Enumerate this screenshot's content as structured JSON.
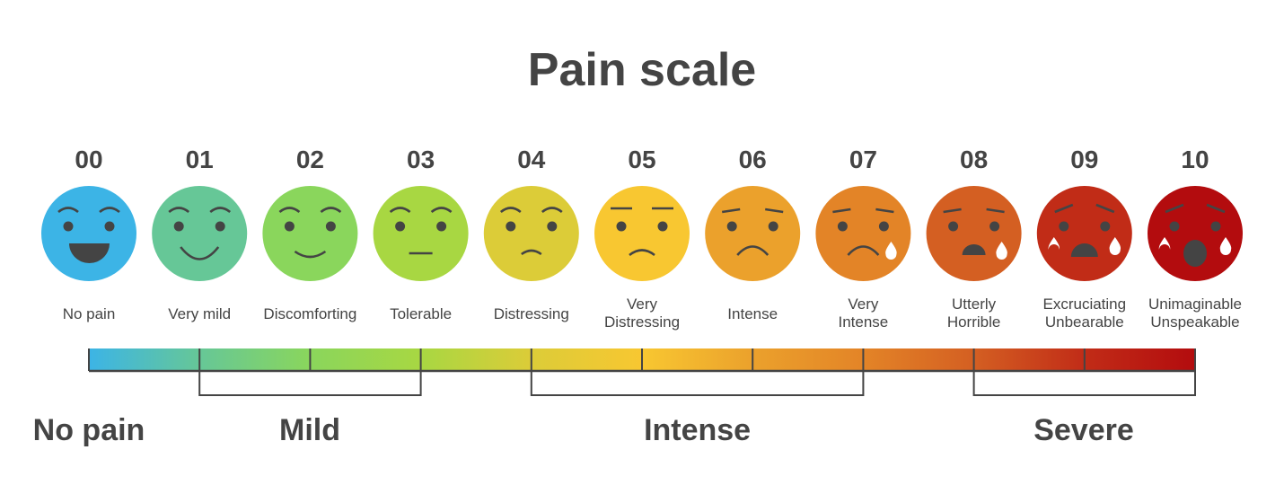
{
  "title": "Pain scale",
  "levels": [
    {
      "number": "00",
      "label": [
        "No pain"
      ],
      "color": "#3cb4e6",
      "icon": "grinning-face"
    },
    {
      "number": "01",
      "label": [
        "Very mild"
      ],
      "color": "#66c797",
      "icon": "smiling-face"
    },
    {
      "number": "02",
      "label": [
        "Discomforting"
      ],
      "color": "#8ad65c",
      "icon": "slight-smile-face"
    },
    {
      "number": "03",
      "label": [
        "Tolerable"
      ],
      "color": "#a8d742",
      "icon": "neutral-face"
    },
    {
      "number": "04",
      "label": [
        "Distressing"
      ],
      "color": "#dccc38",
      "icon": "slight-frown-face"
    },
    {
      "number": "05",
      "label": [
        "Very",
        "Distressing"
      ],
      "color": "#f8c731",
      "icon": "frowning-face"
    },
    {
      "number": "06",
      "label": [
        "Intense"
      ],
      "color": "#eba12c",
      "icon": "worried-face"
    },
    {
      "number": "07",
      "label": [
        "Very",
        "Intense"
      ],
      "color": "#e38427",
      "icon": "crying-face"
    },
    {
      "number": "08",
      "label": [
        "Utterly",
        "Horrible"
      ],
      "color": "#d45f22",
      "icon": "anguished-tear-face"
    },
    {
      "number": "09",
      "label": [
        "Excruciating",
        "Unbearable"
      ],
      "color": "#c12c17",
      "icon": "anguished-crying-face"
    },
    {
      "number": "10",
      "label": [
        "Unimaginable",
        "Unspeakable"
      ],
      "color": "#b30c0e",
      "icon": "screaming-crying-face"
    }
  ],
  "categories": [
    {
      "label": "No pain",
      "from": 0,
      "to": 0
    },
    {
      "label": "Mild",
      "from": 1,
      "to": 3
    },
    {
      "label": "Intense",
      "from": 4,
      "to": 7
    },
    {
      "label": "Severe",
      "from": 8,
      "to": 10
    }
  ],
  "ink_color": "#444444"
}
